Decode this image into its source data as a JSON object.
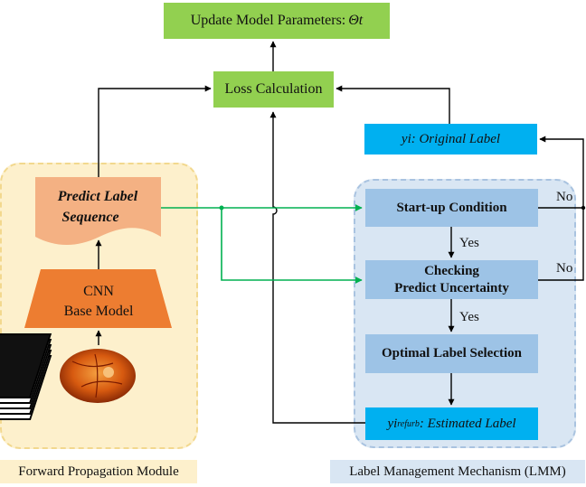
{
  "boxes": {
    "update": {
      "text": "Update Model Parameters: ",
      "symbol": "Θt"
    },
    "loss": "Loss Calculation",
    "original_label": {
      "symbol": "yi",
      "text": ": Original Label"
    },
    "predict_sequence": {
      "line1": "Predict Label",
      "line2": "Sequence"
    },
    "cnn": {
      "line1": "CNN",
      "line2": "Base Model"
    },
    "startup": "Start-up Condition",
    "checking": {
      "line1": "Checking",
      "line2": "Predict Uncertainty"
    },
    "optimal": "Optimal Label Selection",
    "estimated": {
      "symbol": "yi",
      "superscript": "refurb",
      "text": ": Estimated Label"
    }
  },
  "edge_labels": {
    "yes1": "Yes",
    "yes2": "Yes",
    "no1": "No",
    "no2": "No"
  },
  "modules": {
    "forward": "Forward Propagation Module",
    "lmm": "Label Management Mechanism (LMM)"
  },
  "colors": {
    "green_box": "#92d050",
    "cyan_box": "#00b0f0",
    "blue_box": "#9dc3e6",
    "orange": "#ed7d31",
    "light_orange": "#f4b183",
    "green_arrow": "#00b050",
    "forward_region": "#fdf0cc",
    "lmm_region": "#d9e6f3"
  },
  "icons": {
    "image_stack": "fundus-image-stack-icon"
  }
}
